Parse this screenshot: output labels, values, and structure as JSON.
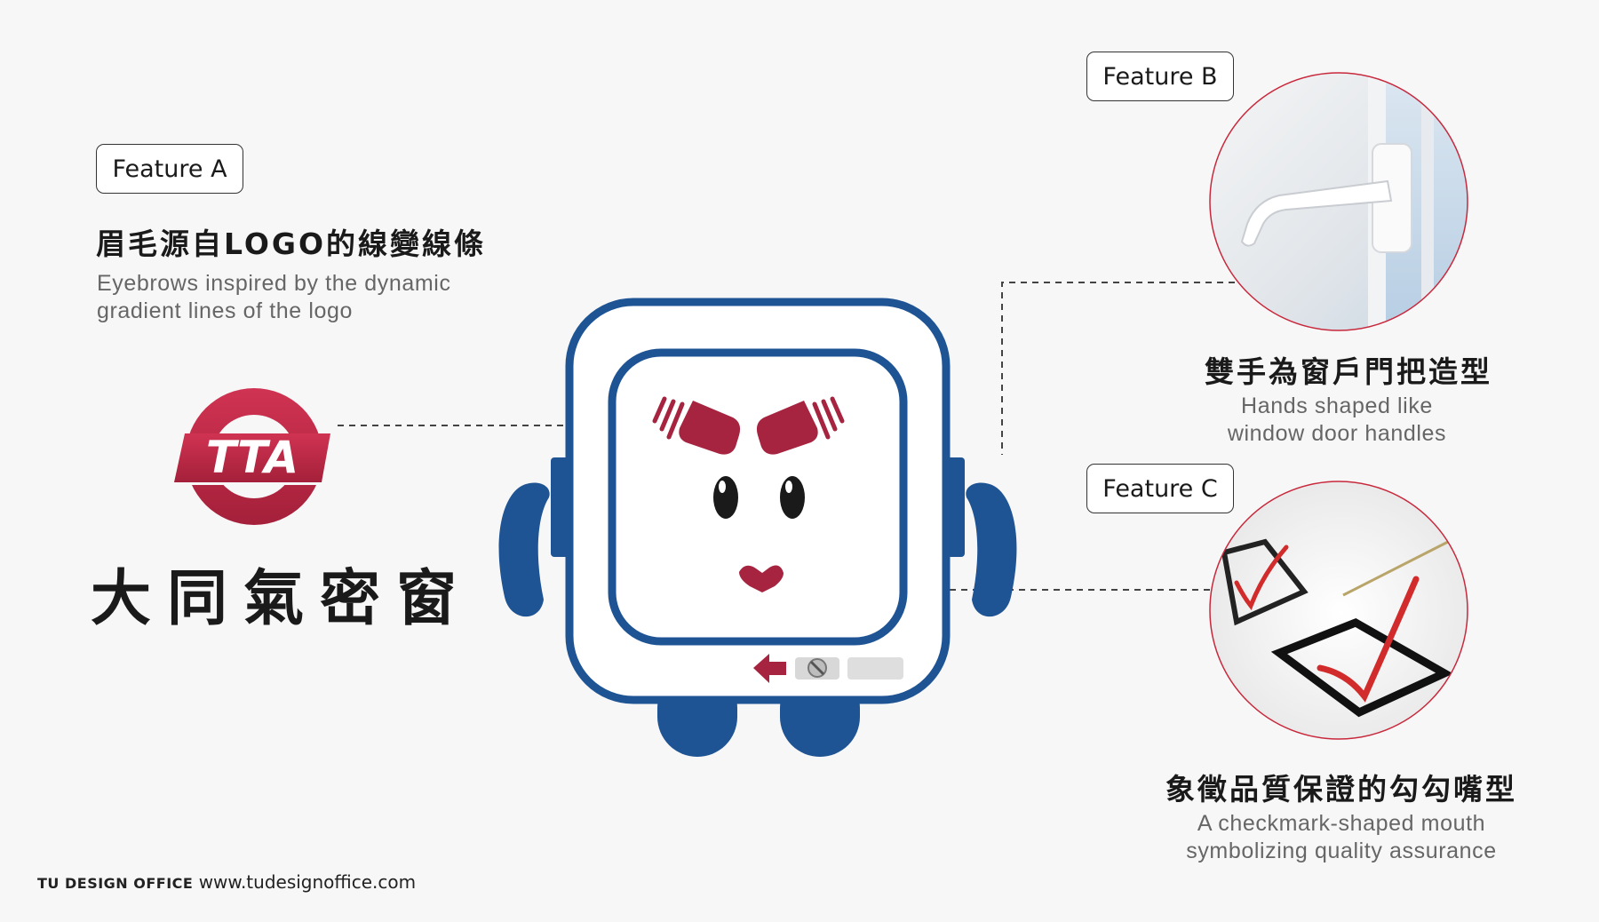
{
  "feature_a": {
    "tag": "Feature A",
    "title_zh": "眉毛源自LOGO的線變線條",
    "desc_line1": "Eyebrows inspired by the dynamic",
    "desc_line2": "gradient lines of the logo"
  },
  "feature_b": {
    "tag": "Feature B",
    "title_zh": "雙手為窗戶門把造型",
    "desc_line1": "Hands shaped like",
    "desc_line2": "window door handles",
    "image_icon": "window-handle-photo"
  },
  "feature_c": {
    "tag": "Feature C",
    "title_zh": "象徵品質保證的勾勾嘴型",
    "desc_line1": "A checkmark-shaped mouth",
    "desc_line2": "symbolizing quality assurance",
    "image_icon": "checkbox-checkmark-photo"
  },
  "brand": {
    "logo_text": "TTA",
    "name_zh": "大同氣密窗"
  },
  "footer": {
    "studio": "TU DESIGN OFFICE",
    "url": "www.tudesignoffice.com"
  },
  "colors": {
    "background": "#f7f7f7",
    "mascot_blue": "#1e5394",
    "brand_red": "#b0243f",
    "circle_border": "#c8283c",
    "text_dark": "#1a1a1a",
    "text_gray": "#666666"
  }
}
